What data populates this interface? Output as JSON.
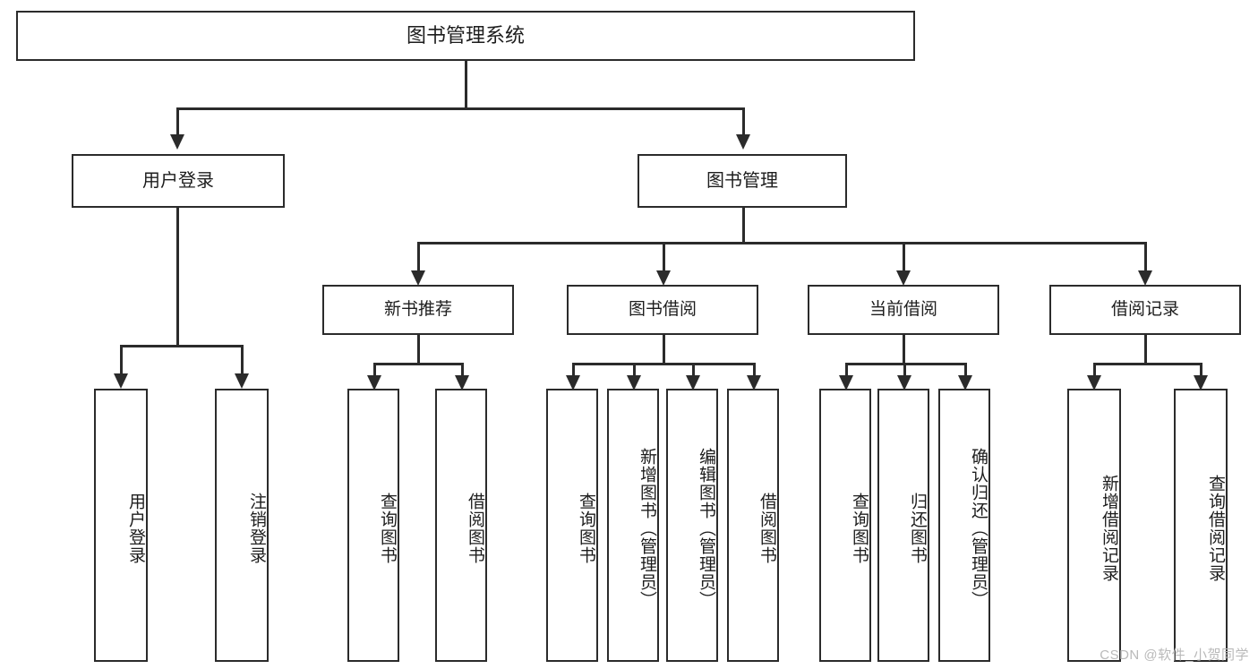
{
  "diagram": {
    "title": "图书管理系统",
    "type": "tree",
    "root": {
      "id": "root",
      "label": "图书管理系统"
    },
    "level1": [
      {
        "id": "user-login",
        "label": "用户登录"
      },
      {
        "id": "book-management",
        "label": "图书管理"
      }
    ],
    "level2": [
      {
        "id": "new-book-recommend",
        "label": "新书推荐",
        "parent": "book-management"
      },
      {
        "id": "book-borrow",
        "label": "图书借阅",
        "parent": "book-management"
      },
      {
        "id": "current-borrow",
        "label": "当前借阅",
        "parent": "book-management"
      },
      {
        "id": "borrow-record",
        "label": "借阅记录",
        "parent": "book-management"
      }
    ],
    "leaves": [
      {
        "id": "leaf-user-login",
        "label": "用户登录",
        "parent": "user-login"
      },
      {
        "id": "leaf-logout-login",
        "label": "注销登录",
        "parent": "user-login"
      },
      {
        "id": "leaf-query-book-1",
        "label": "查询图书",
        "parent": "new-book-recommend"
      },
      {
        "id": "leaf-borrow-book-1",
        "label": "借阅图书",
        "parent": "new-book-recommend"
      },
      {
        "id": "leaf-query-book-2",
        "label": "查询图书",
        "parent": "book-borrow"
      },
      {
        "id": "leaf-add-book",
        "label": "新增图书（管理员）",
        "parent": "book-borrow"
      },
      {
        "id": "leaf-edit-book",
        "label": "编辑图书（管理员）",
        "parent": "book-borrow"
      },
      {
        "id": "leaf-borrow-book-2",
        "label": "借阅图书",
        "parent": "book-borrow"
      },
      {
        "id": "leaf-query-book-3",
        "label": "查询图书",
        "parent": "current-borrow"
      },
      {
        "id": "leaf-return-book",
        "label": "归还图书",
        "parent": "current-borrow"
      },
      {
        "id": "leaf-confirm-return",
        "label": "确认归还（管理员）",
        "parent": "current-borrow"
      },
      {
        "id": "leaf-add-record",
        "label": "新增借阅记录",
        "parent": "borrow-record"
      },
      {
        "id": "leaf-query-record",
        "label": "查询借阅记录",
        "parent": "borrow-record"
      }
    ],
    "colors": {
      "stroke": "#2b2b2b",
      "fill": "#ffffff",
      "text": "#1d1d1d",
      "watermark": "#b9b9b9"
    }
  },
  "watermark": {
    "text": "CSDN @软件_小贺同学"
  }
}
